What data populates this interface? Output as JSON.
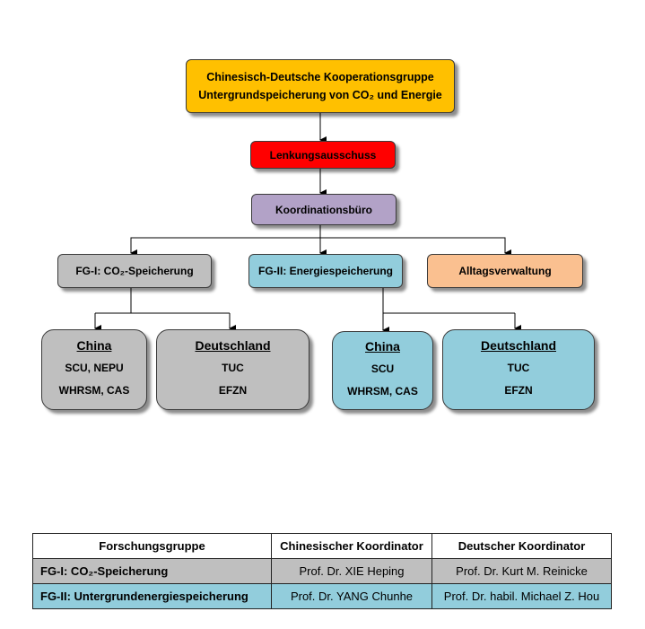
{
  "colors": {
    "top": "#ffc000",
    "steering": "#ff0000",
    "coord": "#b2a2c7",
    "gray": "#bfbfbf",
    "blue": "#92cddc",
    "peach": "#fac090"
  },
  "org": {
    "top_line1": "Chinesisch-Deutsche Kooperationsgruppe",
    "top_line2": "Untergrundspeicherung von CO₂ und Energie",
    "steering": "Lenkungsausschuss",
    "office": "Koordinationsbüro",
    "fg1": "FG-I: CO₂-Speicherung",
    "fg2": "FG-II: Energiespeicherung",
    "admin": "Alltagsverwaltung",
    "fg1_china": {
      "title": "China",
      "line1": "SCU, NEPU",
      "line2": "WHRSM, CAS"
    },
    "fg1_germany": {
      "title": "Deutschland",
      "line1": "TUC",
      "line2": "EFZN"
    },
    "fg2_china": {
      "title": "China",
      "line1": "SCU",
      "line2": "WHRSM, CAS"
    },
    "fg2_germany": {
      "title": "Deutschland",
      "line1": "TUC",
      "line2": "EFZN"
    }
  },
  "table": {
    "headers": [
      "Forschungsgruppe",
      "Chinesischer Koordinator",
      "Deutscher Koordinator"
    ],
    "rows": [
      [
        "FG-I: CO₂-Speicherung",
        "Prof. Dr. XIE Heping",
        "Prof. Dr. Kurt M. Reinicke"
      ],
      [
        "FG-II: Untergrundenergiespeicherung",
        "Prof. Dr. YANG Chunhe",
        "Prof. Dr. habil. Michael Z. Hou"
      ]
    ]
  }
}
